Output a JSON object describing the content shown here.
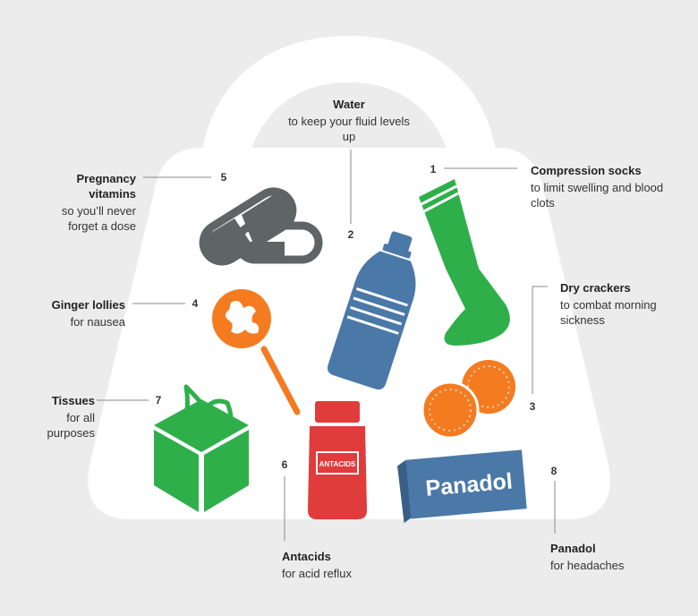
{
  "items": [
    {
      "number": "1",
      "title": "Compression socks",
      "desc": "to limit swelling and blood clots"
    },
    {
      "number": "2",
      "title": "Water",
      "desc": "to keep your fluid levels up"
    },
    {
      "number": "3",
      "title": "Dry crackers",
      "desc": "to combat morning sickness"
    },
    {
      "number": "4",
      "title": "Ginger lollies",
      "desc": "for nausea"
    },
    {
      "number": "5",
      "title": "Pregnancy vitamins",
      "desc": "so you’ll never forget a dose"
    },
    {
      "number": "6",
      "title": "Antacids",
      "desc": "for acid reflux"
    },
    {
      "number": "7",
      "title": "Tissues",
      "desc": "for all purposes"
    },
    {
      "number": "8",
      "title": "Panadol",
      "desc": "for headaches"
    }
  ],
  "product_text": {
    "antacids_label": "ANTACIDS",
    "panadol_label": "Panadol"
  },
  "colors": {
    "background": "#ececec",
    "bag": "#ffffff",
    "green": "#2eaf4a",
    "blue": "#4a79a8",
    "orange": "#f47b20",
    "red": "#e03c3c",
    "grey": "#5f6466"
  },
  "icons": [
    "bag-icon",
    "pills-icon",
    "water-bottle-icon",
    "sock-icon",
    "lollipop-icon",
    "crackers-icon",
    "tissue-box-icon",
    "antacid-bottle-icon",
    "panadol-box-icon"
  ]
}
